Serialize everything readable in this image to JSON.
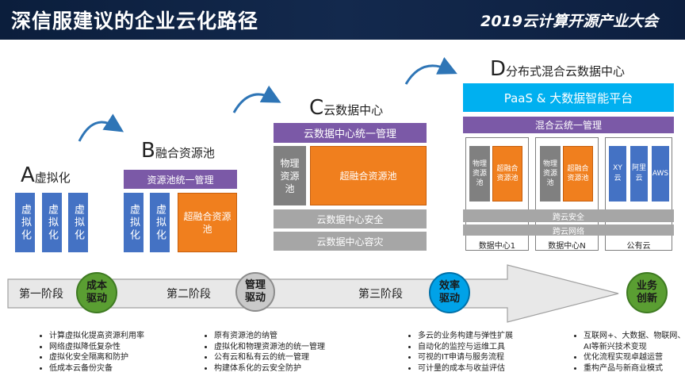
{
  "header": {
    "title": "深信服建议的企业云化路径",
    "event": "2019云计算开源产业大会"
  },
  "stageA": {
    "letter": "A",
    "name": "虚拟化",
    "columns": [
      "虚拟化",
      "虚拟化",
      "虚拟化"
    ]
  },
  "stageB": {
    "letter": "B",
    "name": "融合资源池",
    "top_bar": "资源池统一管理",
    "columns": [
      "虚拟化",
      "虚拟化"
    ],
    "pool": "超融合资源池"
  },
  "stageC": {
    "letter": "C",
    "name": "云数据中心",
    "top_bar": "云数据中心统一管理",
    "physical": "物理资源池",
    "pool": "超融合资源池",
    "security": "云数据中心安全",
    "dr": "云数据中心容灾"
  },
  "stageD": {
    "letter": "D",
    "name": "分布式混合云数据中心",
    "paas": "PaaS & 大数据智能平台",
    "mgmt": "混合云统一管理",
    "physical": "物理资源池",
    "pool": "超融合资源池",
    "clouds": [
      "XY云",
      "阿里云",
      "AWS"
    ],
    "cross_security": "跨云安全",
    "cross_network": "跨云网络",
    "labels": [
      "数据中心1",
      "数据中心N",
      "公有云"
    ]
  },
  "timeline": {
    "phases": [
      "第一阶段",
      "第二阶段",
      "第三阶段"
    ],
    "drivers": [
      {
        "text": "成本驱动",
        "color": "#5a9e32"
      },
      {
        "text": "管理驱动",
        "color": "#c9c9c9"
      },
      {
        "text": "效率驱动",
        "color": "#00a2e8"
      },
      {
        "text": "业务创新",
        "color": "#5a9e32"
      }
    ]
  },
  "bullets": [
    [
      "计算虚拟化提高资源利用率",
      "网络虚拟降低复杂性",
      "虚拟化安全隔离和防护",
      "低成本云备份灾备"
    ],
    [
      "原有资源池的纳管",
      "虚拟化和物理资源池的统一管理",
      "公有云和私有云的统一管理",
      "构建体系化的云安全防护"
    ],
    [
      "多云的业务构建与弹性扩展",
      "自动化的监控与运维工具",
      "可视的IT申请与服务流程",
      "可计量的成本与收益评估"
    ],
    [
      "互联网+、大数据、物联网、AI等新兴技术变现",
      "优化流程实现卓越运营",
      "重构产品与新商业模式"
    ]
  ]
}
